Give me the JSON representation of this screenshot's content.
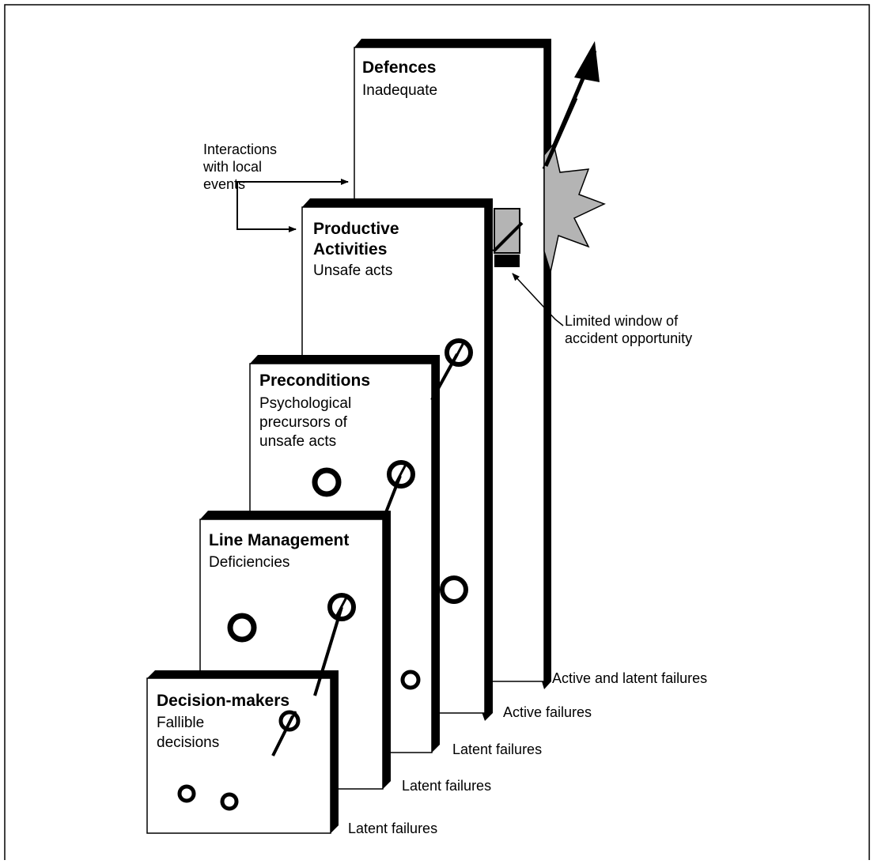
{
  "planes": [
    {
      "id": "defences",
      "title": [
        "Defences"
      ],
      "subtitle": [
        "Inadequate"
      ],
      "footer": "Active and latent failures"
    },
    {
      "id": "productive",
      "title": [
        "Productive",
        "Activities"
      ],
      "subtitle": [
        "Unsafe acts"
      ],
      "footer": "Active failures"
    },
    {
      "id": "preconditions",
      "title": [
        "Preconditions"
      ],
      "subtitle": [
        "Psychological",
        "precursors of",
        "unsafe acts"
      ],
      "footer": "Latent failures"
    },
    {
      "id": "line",
      "title": [
        "Line Management"
      ],
      "subtitle": [
        "Deficiencies"
      ],
      "footer": "Latent failures"
    },
    {
      "id": "decision",
      "title": [
        "Decision-makers"
      ],
      "subtitle": [
        "Fallible",
        "decisions"
      ],
      "footer": "Latent failures"
    }
  ],
  "annotations": {
    "interactions": [
      "Interactions",
      "with local",
      "events"
    ],
    "window": [
      "Limited window of",
      "accident opportunity"
    ]
  },
  "colors": {
    "ink": "#000000",
    "paper": "#ffffff",
    "burst": "#b4b4b4"
  }
}
